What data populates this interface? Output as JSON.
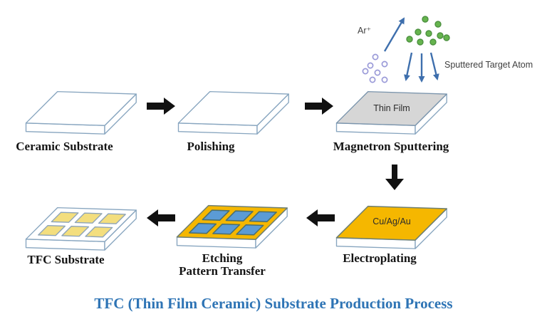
{
  "title": "TFC (Thin Film Ceramic) Substrate Production Process",
  "steps": {
    "ceramic": {
      "label": "Ceramic Substrate"
    },
    "polishing": {
      "label": "Polishing"
    },
    "sputtering": {
      "label": "Magnetron Sputtering",
      "film_label": "Thin Film",
      "ion_label": "Ar⁺",
      "atom_label": "Sputtered Target Atom"
    },
    "electroplating": {
      "label": "Electroplating",
      "layer_label": "Cu/Ag/Au"
    },
    "etching": {
      "label_line1": "Etching",
      "label_line2": "Pattern Transfer"
    },
    "tfc": {
      "label": "TFC Substrate"
    }
  },
  "colors": {
    "title_blue": "#2E74B5",
    "plate_outline": "#87A5BF",
    "thin_film_gray": "#D6D6D6",
    "plating_gold": "#F5B700",
    "pad_blue": "#5B9BD5",
    "pad_yellow": "#F3DE7E",
    "ion_purple": "#9A9AD8",
    "atom_green": "#66B44E",
    "sputter_arrow_blue": "#3E6FAD",
    "process_arrow_black": "#111111"
  }
}
